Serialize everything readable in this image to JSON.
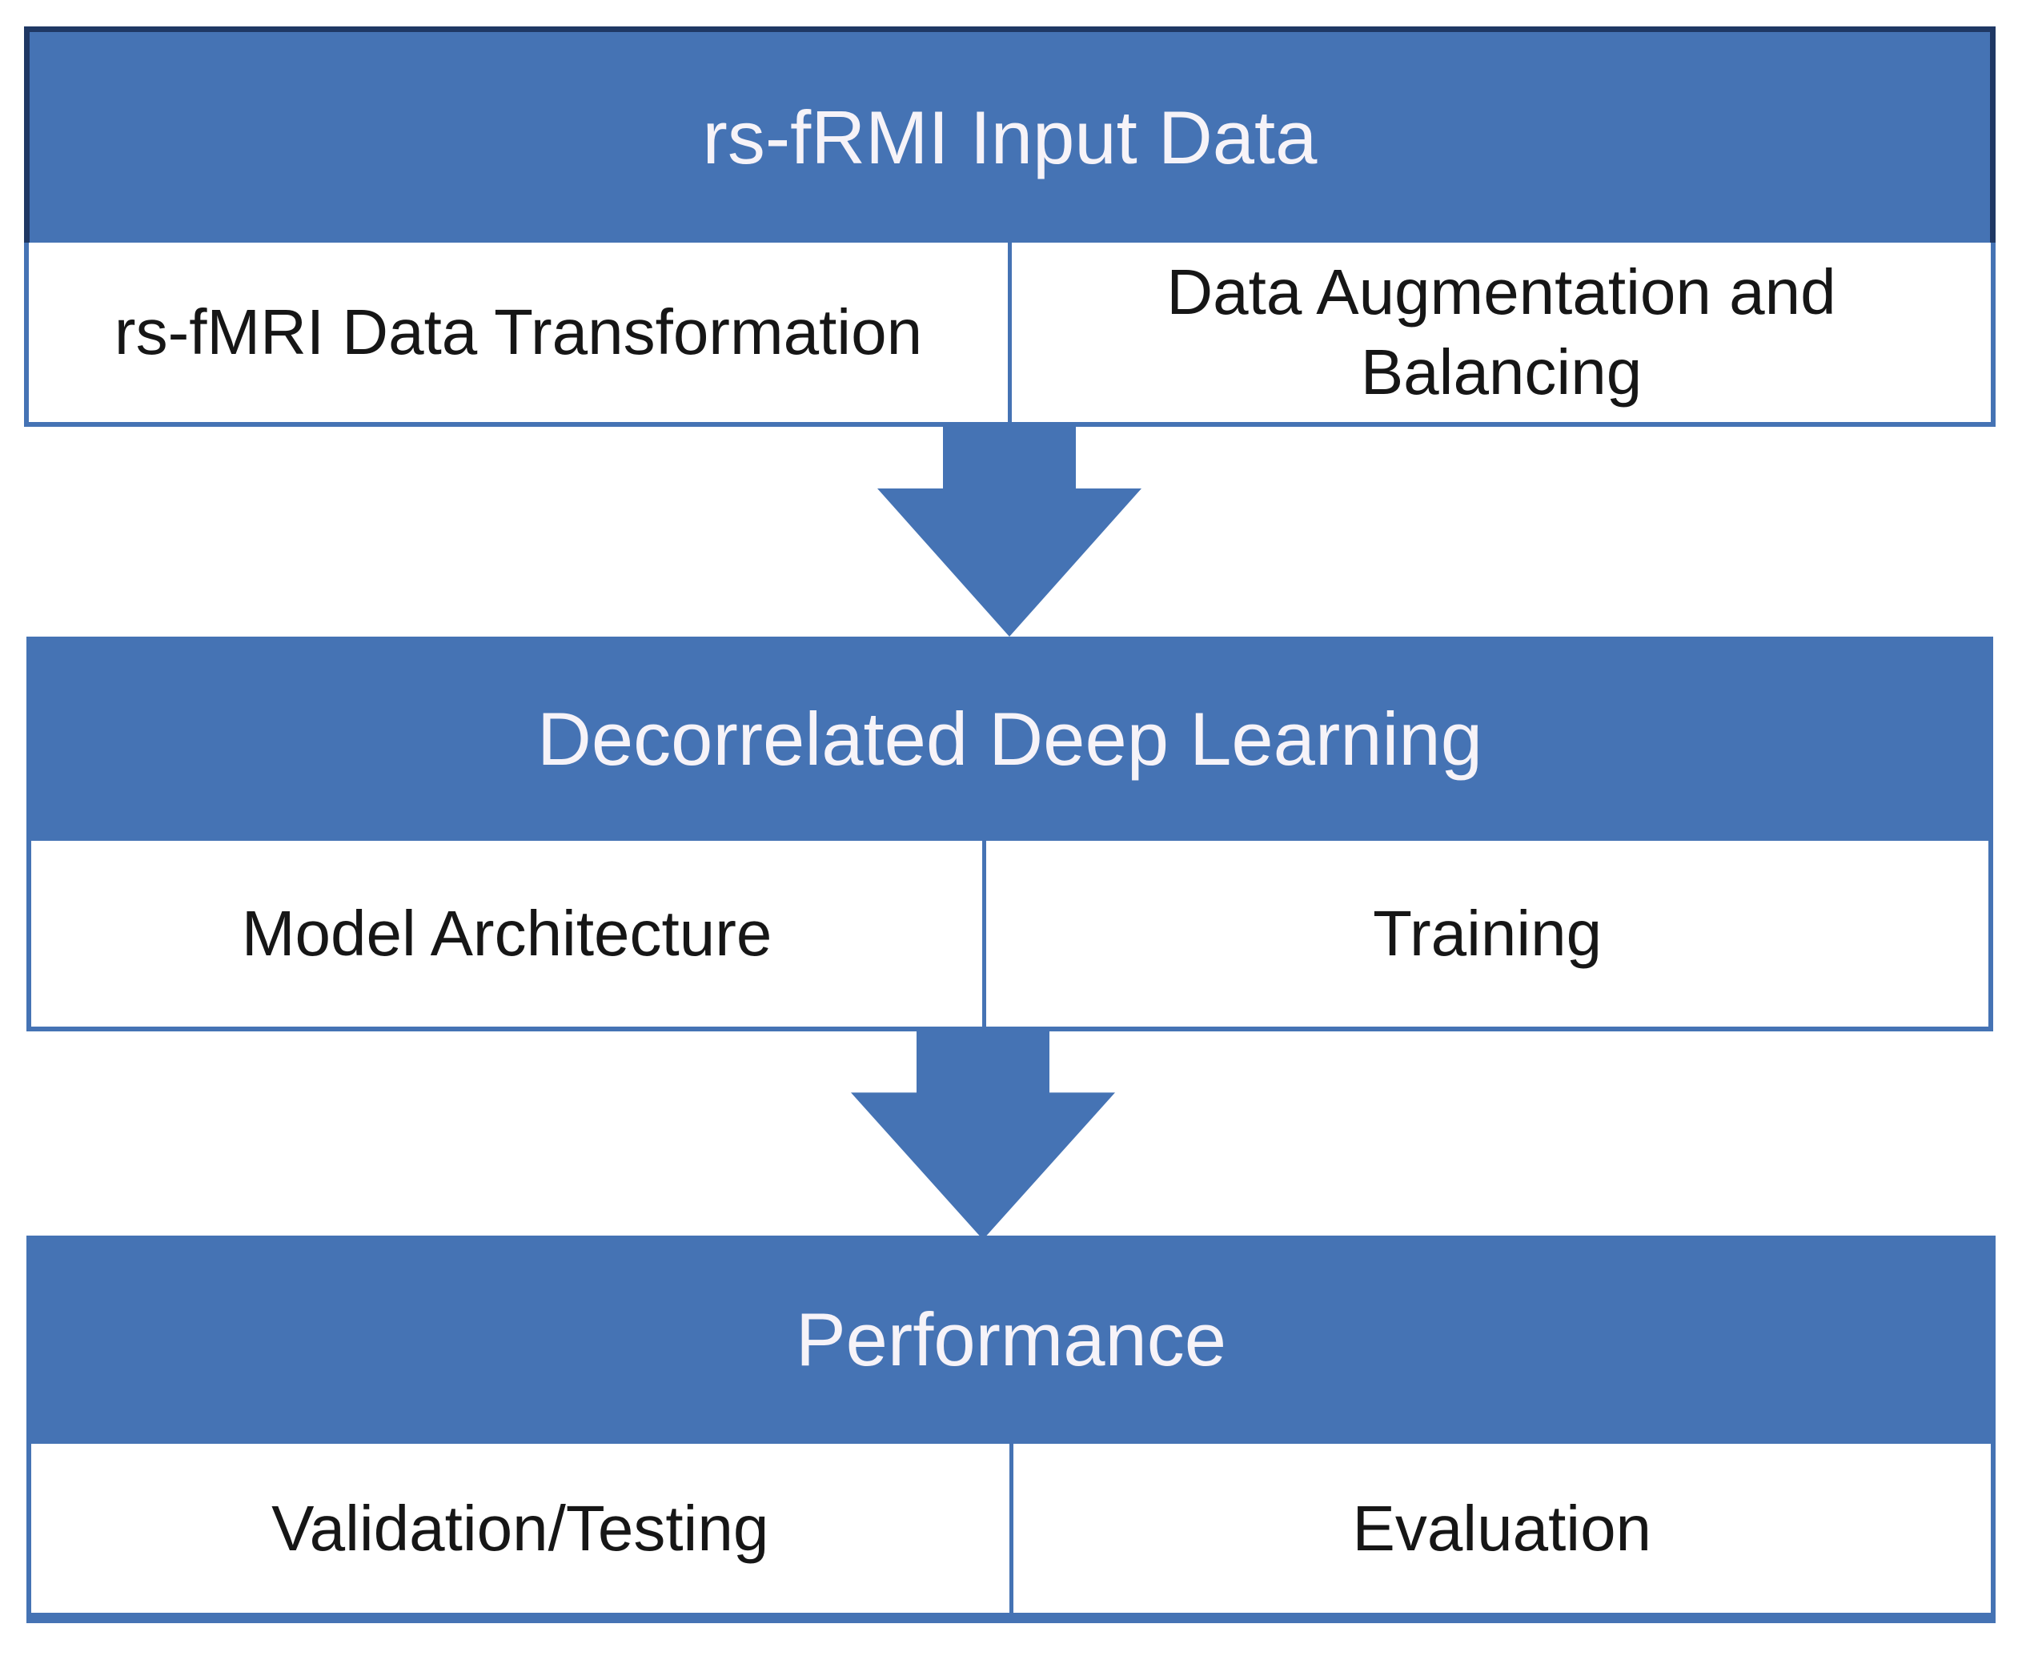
{
  "colors": {
    "primary_blue": "#4573B4",
    "dark_navy_border": "#1F3864",
    "header_text": "#F6F3F8",
    "cell_text": "#161616",
    "background": "#FFFFFF"
  },
  "icons": {
    "down_arrow": "block-arrow-down"
  },
  "sections": [
    {
      "header": "rs-fRMI Input Data",
      "cells": [
        "rs-fMRI Data Transformation",
        "Data Augmentation and Balancing"
      ]
    },
    {
      "header": "Decorrelated Deep Learning",
      "cells": [
        "Model Architecture",
        "Training"
      ]
    },
    {
      "header": "Performance",
      "cells": [
        "Validation/Testing",
        "Evaluation"
      ]
    }
  ]
}
